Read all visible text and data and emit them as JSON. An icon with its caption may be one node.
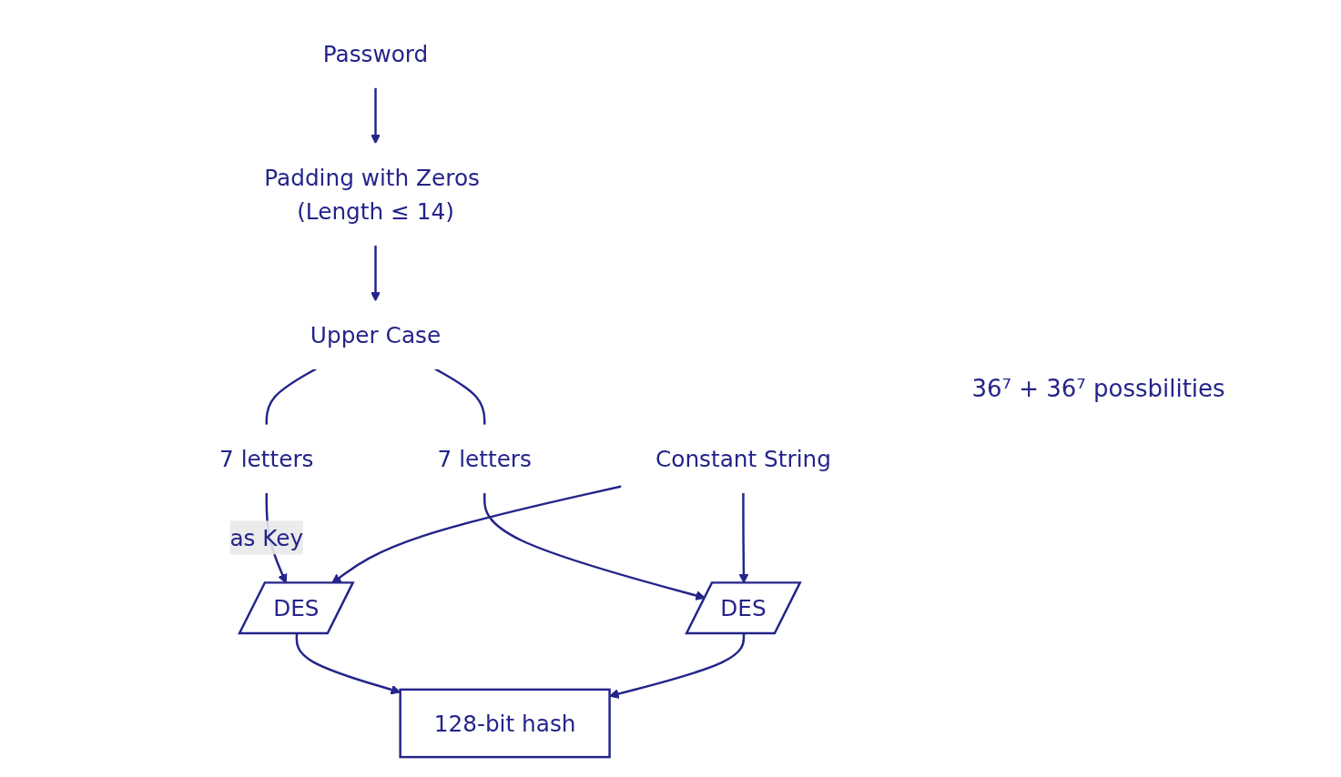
{
  "diagram": {
    "nodes": [
      {
        "text": [
          "Password"
        ]
      },
      {
        "text": [
          "Padding with Zeros (Length ≤ 14)"
        ]
      },
      {
        "text": [
          "Upper Case"
        ]
      },
      {
        "text": [
          "7 letters"
        ]
      },
      {
        "text": [
          "7 letters"
        ]
      },
      {
        "text": [
          "Constant String"
        ]
      },
      {
        "text": [
          "DES"
        ]
      },
      {
        "text": [
          "DES"
        ]
      },
      {
        "text": [
          "128-bit hash"
        ]
      }
    ],
    "edges": [
      {
        "from": 0,
        "to": 1,
        "arrow": "to"
      },
      {
        "from": 1,
        "to": 2,
        "arrow": "to"
      },
      {
        "from": 2,
        "to": 3,
        "arrow": "none"
      },
      {
        "from": 2,
        "to": 4,
        "arrow": "none"
      },
      {
        "from": 3,
        "to": 6,
        "arrow": "to",
        "label": "as Key"
      },
      {
        "from": 4,
        "to": 7,
        "arrow": "to"
      },
      {
        "from": 5,
        "to": 6,
        "arrow": "to"
      },
      {
        "from": 5,
        "to": 7,
        "arrow": "to"
      },
      {
        "from": 6,
        "to": 8,
        "arrow": "to"
      },
      {
        "from": 7,
        "to": 8,
        "arrow": "to"
      }
    ],
    "labels": [
      "36⁷ + 36⁷ possbilities"
    ]
  }
}
